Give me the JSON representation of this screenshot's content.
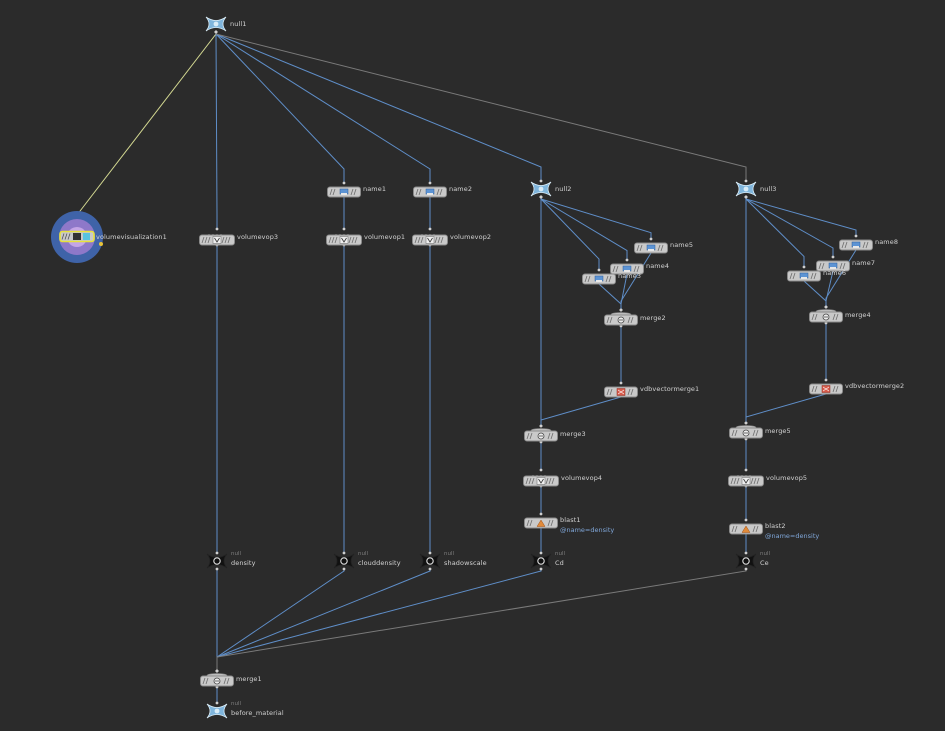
{
  "network": {
    "wire_color": "#5f8ec8",
    "selected_wire_color": "#d4d992",
    "nodes": [
      {
        "id": "null1",
        "label": "null1",
        "type": "null"
      },
      {
        "id": "volumevisualization1",
        "label": "volumevisualization1",
        "type": "vis"
      },
      {
        "id": "volumevop3",
        "label": "volumevop3",
        "type": "vop"
      },
      {
        "id": "name1",
        "label": "name1",
        "type": "name"
      },
      {
        "id": "volumevop1",
        "label": "volumevop1",
        "type": "vop"
      },
      {
        "id": "name2",
        "label": "name2",
        "type": "name"
      },
      {
        "id": "volumevop2",
        "label": "volumevop2",
        "type": "vop"
      },
      {
        "id": "null2",
        "label": "null2",
        "type": "null"
      },
      {
        "id": "name5",
        "label": "name5",
        "type": "name"
      },
      {
        "id": "name4",
        "label": "name4",
        "type": "name"
      },
      {
        "id": "name3",
        "label": "name3",
        "type": "name"
      },
      {
        "id": "merge2",
        "label": "merge2",
        "type": "merge"
      },
      {
        "id": "vdbvectormerge1",
        "label": "vdbvectormerge1",
        "type": "vdb"
      },
      {
        "id": "merge3",
        "label": "merge3",
        "type": "merge"
      },
      {
        "id": "volumevop4",
        "label": "volumevop4",
        "type": "vop"
      },
      {
        "id": "blast1",
        "label": "blast1",
        "type": "blast",
        "annotation": "@name=density"
      },
      {
        "id": "Cd",
        "label": "Cd",
        "type": "out",
        "sub": "null"
      },
      {
        "id": "null3",
        "label": "null3",
        "type": "null"
      },
      {
        "id": "name8",
        "label": "name8",
        "type": "name"
      },
      {
        "id": "name7",
        "label": "name7",
        "type": "name"
      },
      {
        "id": "name6",
        "label": "name6",
        "type": "name"
      },
      {
        "id": "merge4",
        "label": "merge4",
        "type": "merge"
      },
      {
        "id": "vdbvectormerge2",
        "label": "vdbvectormerge2",
        "type": "vdb"
      },
      {
        "id": "merge5",
        "label": "merge5",
        "type": "merge"
      },
      {
        "id": "volumevop5",
        "label": "volumevop5",
        "type": "vop"
      },
      {
        "id": "blast2",
        "label": "blast2",
        "type": "blast",
        "annotation": "@name=density"
      },
      {
        "id": "Ce",
        "label": "Ce",
        "type": "out",
        "sub": "null"
      },
      {
        "id": "density",
        "label": "density",
        "type": "out",
        "sub": "null"
      },
      {
        "id": "clouddensity",
        "label": "clouddensity",
        "type": "out",
        "sub": "null"
      },
      {
        "id": "shadowscale",
        "label": "shadowscale",
        "type": "out",
        "sub": "null"
      },
      {
        "id": "merge1",
        "label": "merge1",
        "type": "merge"
      },
      {
        "id": "before_material",
        "label": "before_material",
        "type": "null",
        "sub": "null"
      }
    ],
    "connections": [
      [
        "null1",
        "volumevisualization1"
      ],
      [
        "null1",
        "volumevop3"
      ],
      [
        "null1",
        "name1"
      ],
      [
        "null1",
        "name2"
      ],
      [
        "null1",
        "null2"
      ],
      [
        "null1",
        "null3"
      ],
      [
        "name1",
        "volumevop1"
      ],
      [
        "name2",
        "volumevop2"
      ],
      [
        "null2",
        "name5"
      ],
      [
        "null2",
        "name4"
      ],
      [
        "null2",
        "name3"
      ],
      [
        "null2",
        "merge3"
      ],
      [
        "name3",
        "merge2"
      ],
      [
        "name4",
        "merge2"
      ],
      [
        "name5",
        "merge2"
      ],
      [
        "merge2",
        "vdbvectormerge1"
      ],
      [
        "vdbvectormerge1",
        "merge3"
      ],
      [
        "merge3",
        "volumevop4"
      ],
      [
        "volumevop4",
        "blast1"
      ],
      [
        "blast1",
        "Cd"
      ],
      [
        "null3",
        "name8"
      ],
      [
        "null3",
        "name7"
      ],
      [
        "null3",
        "name6"
      ],
      [
        "null3",
        "merge5"
      ],
      [
        "name6",
        "merge4"
      ],
      [
        "name7",
        "merge4"
      ],
      [
        "name8",
        "merge4"
      ],
      [
        "merge4",
        "vdbvectormerge2"
      ],
      [
        "vdbvectormerge2",
        "merge5"
      ],
      [
        "merge5",
        "volumevop5"
      ],
      [
        "volumevop5",
        "blast2"
      ],
      [
        "blast2",
        "Ce"
      ],
      [
        "volumevop3",
        "density"
      ],
      [
        "volumevop1",
        "clouddensity"
      ],
      [
        "volumevop2",
        "shadowscale"
      ],
      [
        "density",
        "merge1"
      ],
      [
        "clouddensity",
        "merge1"
      ],
      [
        "shadowscale",
        "merge1"
      ],
      [
        "Cd",
        "merge1"
      ],
      [
        "Ce",
        "merge1"
      ],
      [
        "merge1",
        "before_material"
      ]
    ]
  }
}
